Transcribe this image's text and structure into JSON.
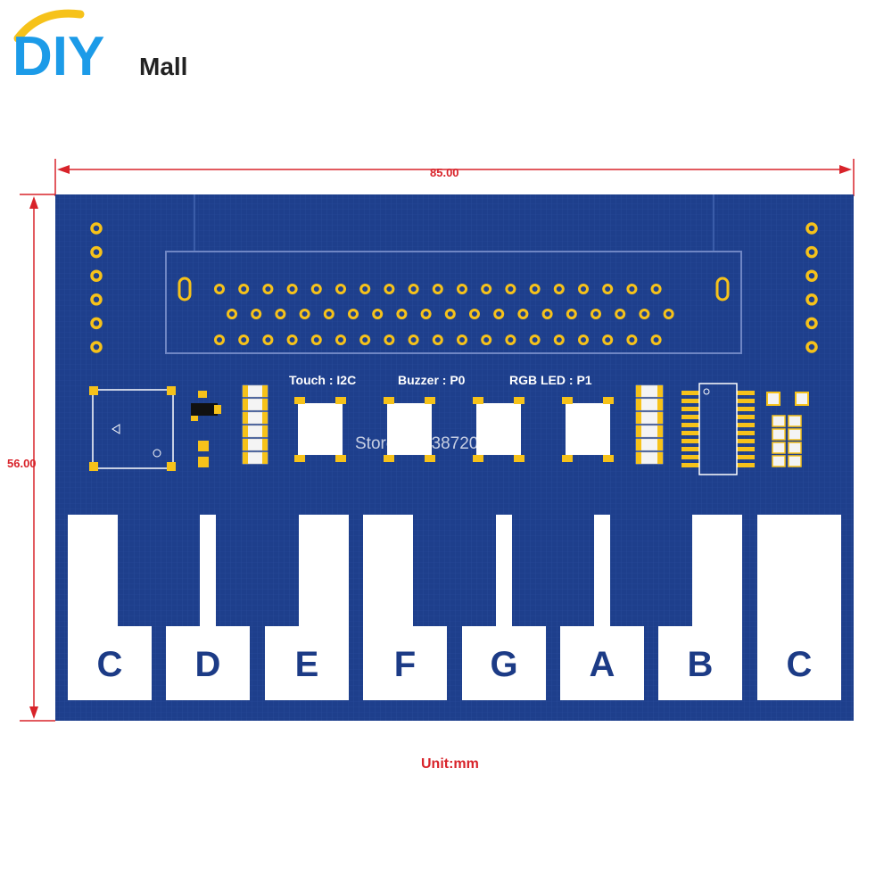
{
  "logo": {
    "part1": "DIY",
    "part2": "Mall",
    "colors": {
      "blue": "#1c9be8",
      "yellow": "#f6c21a"
    }
  },
  "dimensions": {
    "width_label": "85.00",
    "height_label": "56.00",
    "unit_label": "Unit:mm",
    "color": "#d8232a"
  },
  "board": {
    "color": "#1e3f8c",
    "silkscreen": {
      "touch": "Touch : I2C",
      "buzzer": "Buzzer : P0",
      "rgb_led": "RGB LED : P1"
    },
    "watermark": "Store No: 3872037",
    "keys": [
      "C",
      "D",
      "E",
      "F",
      "G",
      "A",
      "B",
      "C"
    ]
  }
}
